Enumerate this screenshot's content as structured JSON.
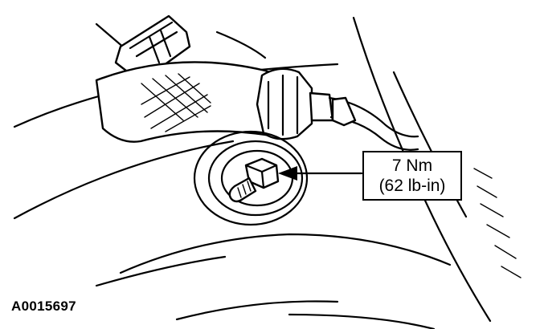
{
  "callout": {
    "line1": "7 Nm",
    "line2": "(62 lb-in)"
  },
  "figure_id": "A0015697",
  "colors": {
    "ink": "#000000",
    "paper": "#ffffff"
  }
}
